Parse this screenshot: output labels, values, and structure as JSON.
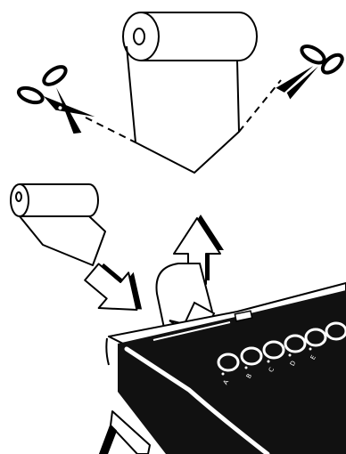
{
  "diagram": {
    "button_labels": [
      "A",
      "B",
      "C",
      "D",
      "E"
    ],
    "colors": {
      "ink": "#000000",
      "paper": "#ffffff",
      "device_body": "#111111",
      "arrow_fill": "#ffffff"
    },
    "icons": [
      "paper-roll-icon",
      "scissors-icon",
      "arrow-down-icon",
      "arrow-up-icon",
      "printer-device-icon"
    ]
  }
}
